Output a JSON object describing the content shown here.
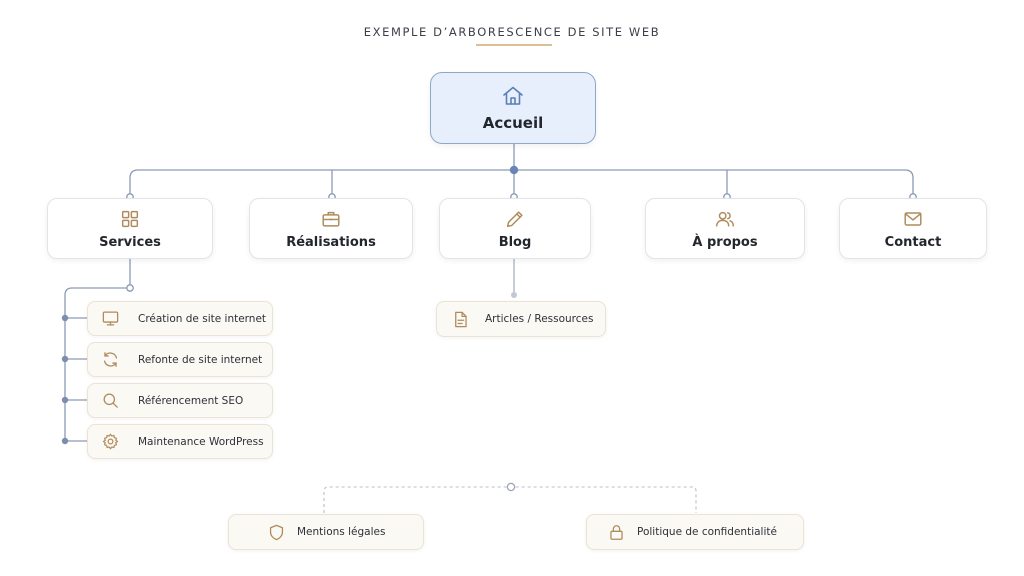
{
  "title": "EXEMPLE D’ARBORESCENCE DE SITE WEB",
  "root": {
    "label": "Accueil",
    "icon": "home-icon"
  },
  "sections": [
    {
      "label": "Services",
      "icon": "grid-icon"
    },
    {
      "label": "Réalisations",
      "icon": "briefcase-icon"
    },
    {
      "label": "Blog",
      "icon": "pencil-icon"
    },
    {
      "label": "À propos",
      "icon": "users-icon"
    },
    {
      "label": "Contact",
      "icon": "mail-icon"
    }
  ],
  "services_children": [
    {
      "label": "Création de site internet",
      "icon": "monitor-icon"
    },
    {
      "label": "Refonte de site internet",
      "icon": "refresh-icon"
    },
    {
      "label": "Référencement SEO",
      "icon": "search-icon"
    },
    {
      "label": "Maintenance WordPress",
      "icon": "gear-icon"
    }
  ],
  "blog_children": [
    {
      "label": "Articles / Ressources",
      "icon": "document-icon"
    }
  ],
  "legal_pages": [
    {
      "label": "Mentions légales",
      "icon": "shield-icon"
    },
    {
      "label": "Politique de confidentialité",
      "icon": "lock-icon"
    }
  ],
  "colors": {
    "connector": "#8a9ab5",
    "connector_dot": "#6b84b8",
    "root_fill": "#e6effb",
    "root_border": "#8fa7c8",
    "icon_accent": "#b08a5b",
    "root_icon": "#5b7fb6",
    "underline": "#ddbf96"
  }
}
